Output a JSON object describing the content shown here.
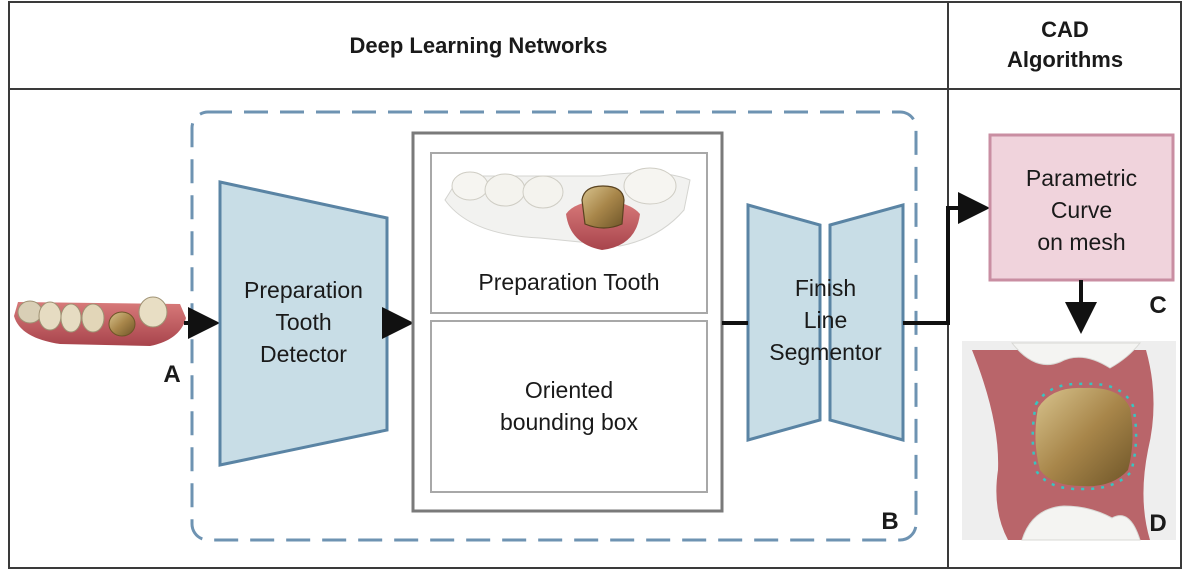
{
  "sections": {
    "left_header": "Deep Learning Networks",
    "right_header": "CAD\nAlgorithms"
  },
  "blocks": {
    "detector": "Preparation\nTooth\nDetector",
    "prep_tooth": "Preparation Tooth",
    "obb": "Oriented\nbounding box",
    "segmentor": "Finish\nLine\nSegmentor",
    "curve": "Parametric\nCurve\non mesh"
  },
  "panel_letters": {
    "a": "A",
    "b": "B",
    "c": "C",
    "d": "D"
  },
  "colors": {
    "frame": "#3a3a3a",
    "network_fill": "#c8dde6",
    "network_stroke": "#5a84a4",
    "dashed_group": "#6e93b2",
    "crop_box": "#7a7a7a",
    "curve_fill": "#f0d3dc",
    "curve_stroke": "#c98ea2",
    "arrow": "#111111",
    "gum": "#c0555a",
    "tooth": "#e8e2d4",
    "crown_gold": "#a8864a",
    "finish_line": "#37c6c0"
  },
  "icons": [
    "dental-scan-thumbnail",
    "preparation-tooth-render",
    "finish-line-mesh-render"
  ]
}
